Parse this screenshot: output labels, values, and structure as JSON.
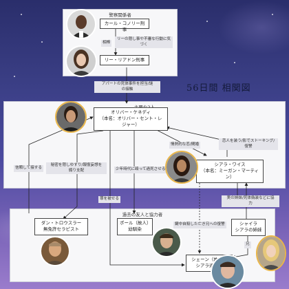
{
  "title": "56日間 相関図",
  "panels": {
    "police": "警察関係者",
    "main": "主要な2人",
    "past": "過去の友人と協力者"
  },
  "nodes": {
    "karl": "カール・コノリー刑事",
    "lee": "リー・リアドン刑事",
    "oliver_line1": "オリバー・ケネディ",
    "oliver_line2": "（本名：オリバー・セント・レ",
    "oliver_line3": "ジャー）",
    "ciara_line1": "シアラ・ワイス",
    "ciara_line2": "（本名：ミーガン・マーティ",
    "ciara_line3": "ン）",
    "dan_line1": "ダン・トロウスラー",
    "dan_line2": "無免許セラピスト",
    "paul_line1": "ポール（故人）",
    "paul_line2": "幼馴染",
    "shaira_line1": "シャイラ",
    "shaira_line2": "シアラの姉妹",
    "shane_line1": "シェーン（故人）",
    "shane_line2": "シアラ達の兄"
  },
  "edge_labels": {
    "partner": "相棒",
    "karl_lee_1": "リーの隠し事や不審な行動に気",
    "karl_lee_2": "づく",
    "investigate_1": "アパートの死体事件を担当/謎",
    "investigate_2": "の接触",
    "love": "情熱的な恋/間婚",
    "stalk_1": "恋人を装う/影でストーキング/",
    "stalk_2": "復讐",
    "therapy": "信頼して接する",
    "secret_1": "秘密を隠しゆすり/報復妄想を",
    "secret_2": "煽り支配",
    "childhood": "少年時代に殴って過死させる",
    "crime": "罪を被せる",
    "sister_1": "実の姉妹/死体偽装などに協",
    "sister_2": "力",
    "revenge": "鍵中自殺した亡き兄への復讐",
    "sibling": "兄"
  },
  "colors": {
    "panel_bg": "#f7f7f9",
    "panel_border": "#c9c9d6",
    "edge": "#222222",
    "gold_ring": "#e9b64a"
  },
  "photos": [
    "karl-photo",
    "lee-photo",
    "oliver-photo",
    "ciara-photo",
    "dan-photo",
    "paul-photo",
    "shane-photo",
    "shaira-photo"
  ]
}
